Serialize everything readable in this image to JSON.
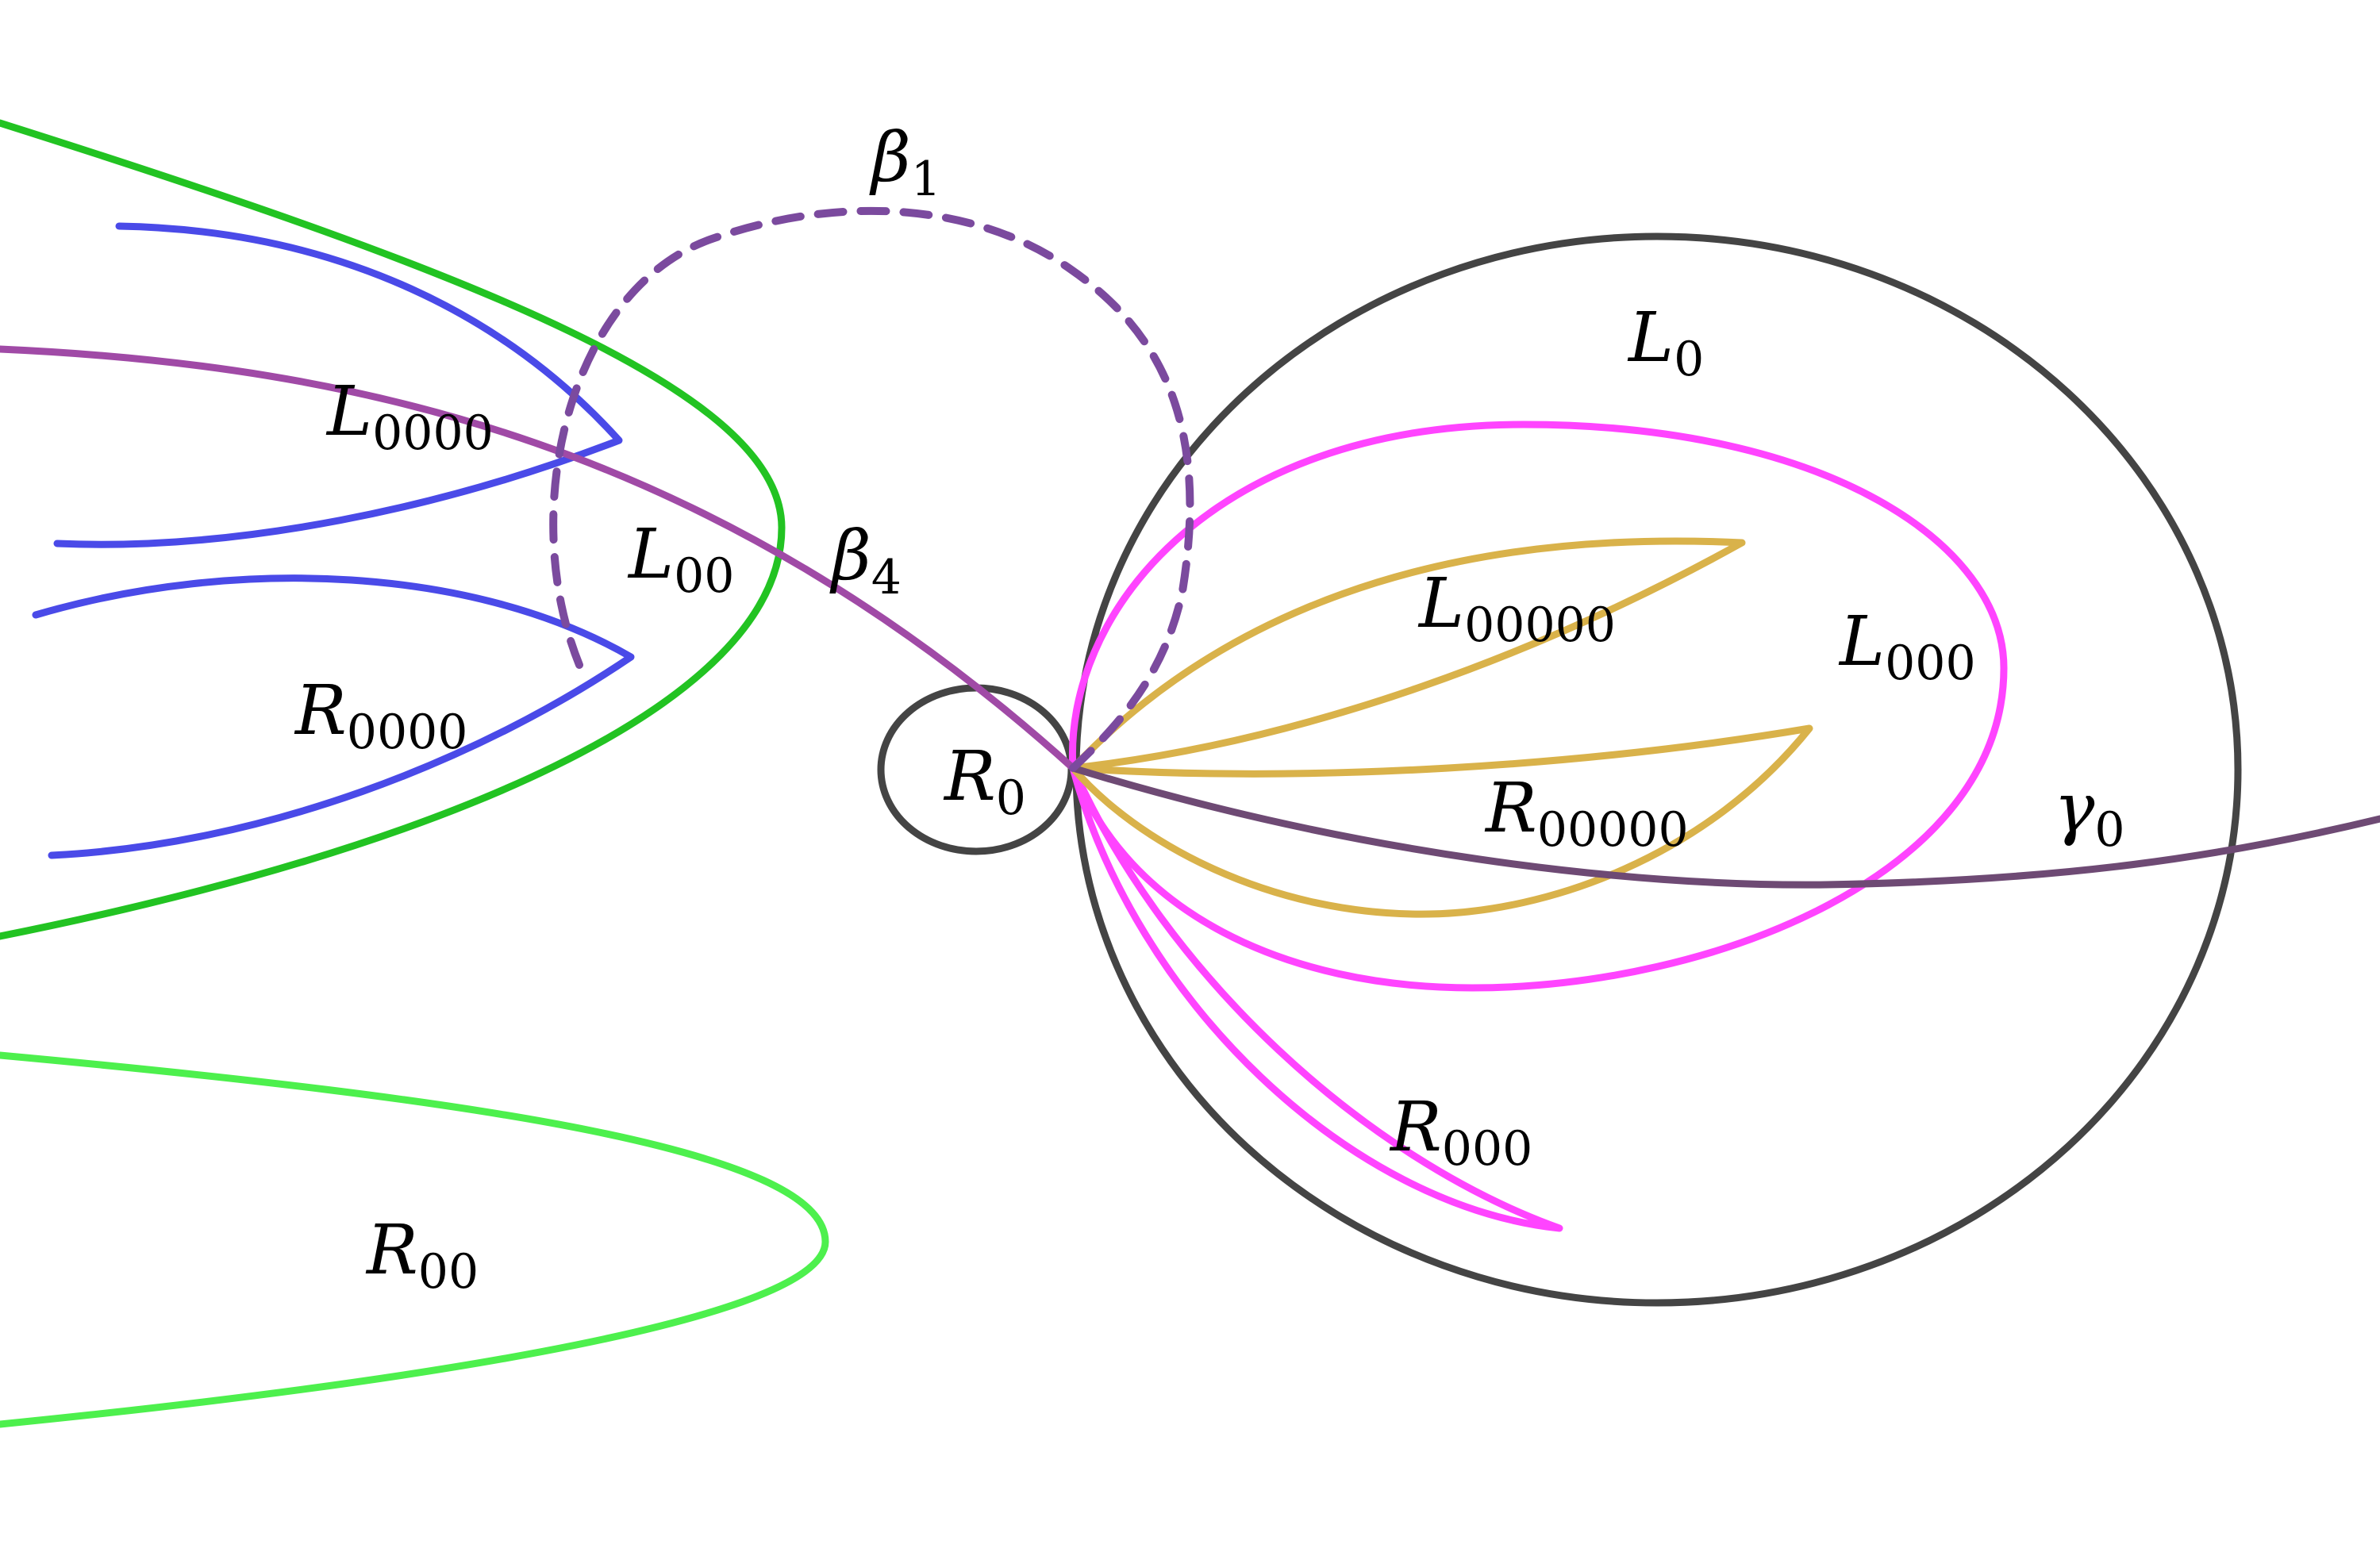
{
  "diagram": {
    "labels": {
      "L0": {
        "base": "L",
        "sub": "0"
      },
      "R0": {
        "base": "R",
        "sub": "0"
      },
      "L00": {
        "base": "L",
        "sub": "00"
      },
      "R00": {
        "base": "R",
        "sub": "00"
      },
      "L000": {
        "base": "L",
        "sub": "000"
      },
      "R000": {
        "base": "R",
        "sub": "000"
      },
      "L0000": {
        "base": "L",
        "sub": "0000"
      },
      "R0000": {
        "base": "R",
        "sub": "0000"
      },
      "L00000": {
        "base": "L",
        "sub": "00000"
      },
      "R00000": {
        "base": "R",
        "sub": "00000"
      },
      "beta1": {
        "base": "β",
        "sub": "1"
      },
      "beta4": {
        "base": "β",
        "sub": "4"
      },
      "gamma0": {
        "base": "γ",
        "sub": "0"
      }
    },
    "colors": {
      "black_circle": "#444444",
      "magenta": "#ff44ff",
      "gold": "#d9b24a",
      "blue": "#4a4ae8",
      "dark_green": "#22c322",
      "light_green": "#4df04d",
      "purple_dashed": "#7b4a9e",
      "purple_curve": "#a04aa6",
      "gamma_curve": "#6e4a74"
    }
  }
}
